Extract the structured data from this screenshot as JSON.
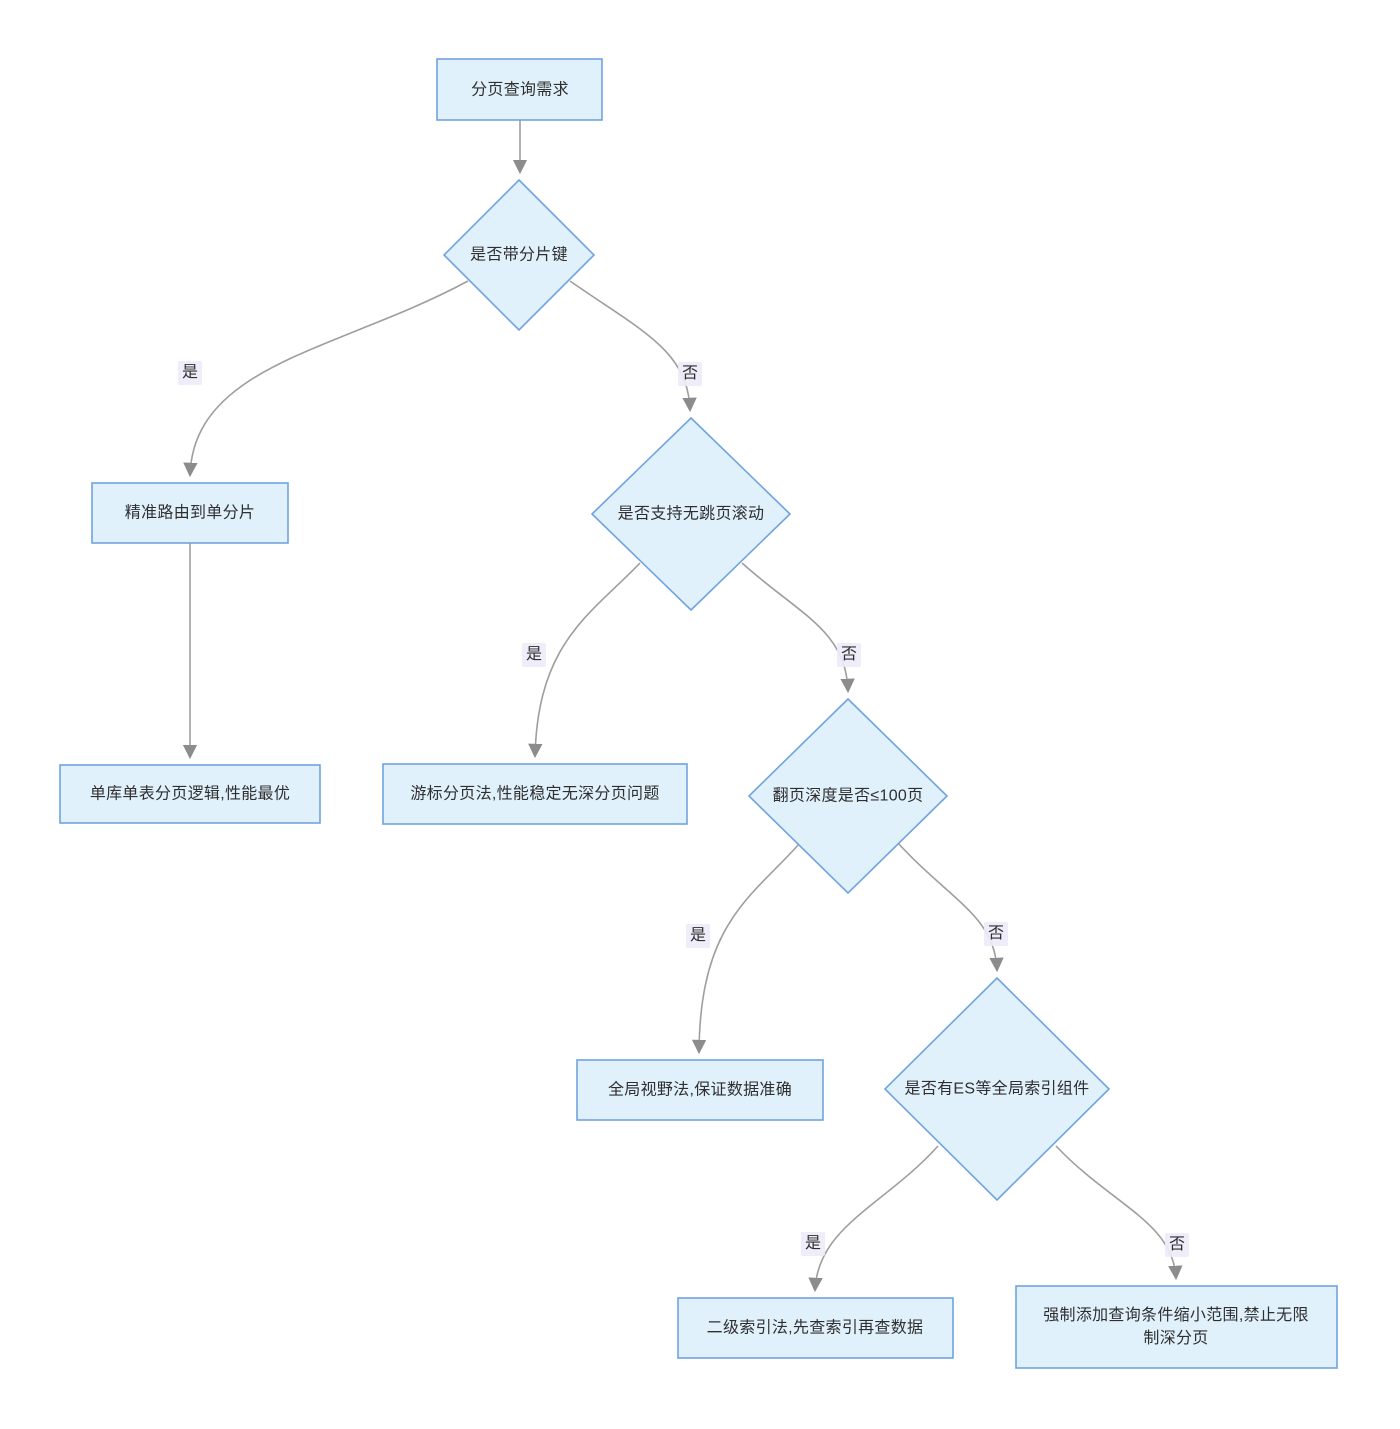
{
  "diagram": {
    "type": "flowchart",
    "background_color": "#ffffff",
    "colors": {
      "node_fill": "#e0f1fc",
      "node_border": "#6fa3e0",
      "edge_line": "#9e9e9e",
      "arrowhead": "#8c8c8c",
      "edge_label_background": "#eeecf8",
      "text": "#2f2f2f"
    },
    "nodes": [
      {
        "id": "start",
        "type": "rect",
        "label": "分页查询需求"
      },
      {
        "id": "d1",
        "type": "diamond",
        "label": "是否带分片键"
      },
      {
        "id": "r2",
        "type": "rect",
        "label": "精准路由到单分片"
      },
      {
        "id": "d2",
        "type": "diamond",
        "label": "是否支持无跳页滚动"
      },
      {
        "id": "r3",
        "type": "rect",
        "label": "单库单表分页逻辑,性能最优"
      },
      {
        "id": "r4",
        "type": "rect",
        "label": "游标分页法,性能稳定无深分页问题"
      },
      {
        "id": "d3",
        "type": "diamond",
        "label": "翻页深度是否≤100页"
      },
      {
        "id": "r5",
        "type": "rect",
        "label": "全局视野法,保证数据准确"
      },
      {
        "id": "d4",
        "type": "diamond",
        "label": "是否有ES等全局索引组件"
      },
      {
        "id": "r6",
        "type": "rect",
        "label": "二级索引法,先查索引再查数据"
      },
      {
        "id": "r7",
        "type": "rect",
        "label": "强制添加查询条件缩小范围,禁止无限制深分页"
      }
    ],
    "edges": [
      {
        "from": "start",
        "to": "d1",
        "label": ""
      },
      {
        "from": "d1",
        "to": "r2",
        "label": "是"
      },
      {
        "from": "d1",
        "to": "d2",
        "label": "否"
      },
      {
        "from": "r2",
        "to": "r3",
        "label": ""
      },
      {
        "from": "d2",
        "to": "r4",
        "label": "是"
      },
      {
        "from": "d2",
        "to": "d3",
        "label": "否"
      },
      {
        "from": "d3",
        "to": "r5",
        "label": "是"
      },
      {
        "from": "d3",
        "to": "d4",
        "label": "否"
      },
      {
        "from": "d4",
        "to": "r6",
        "label": "是"
      },
      {
        "from": "d4",
        "to": "r7",
        "label": "否"
      }
    ]
  }
}
